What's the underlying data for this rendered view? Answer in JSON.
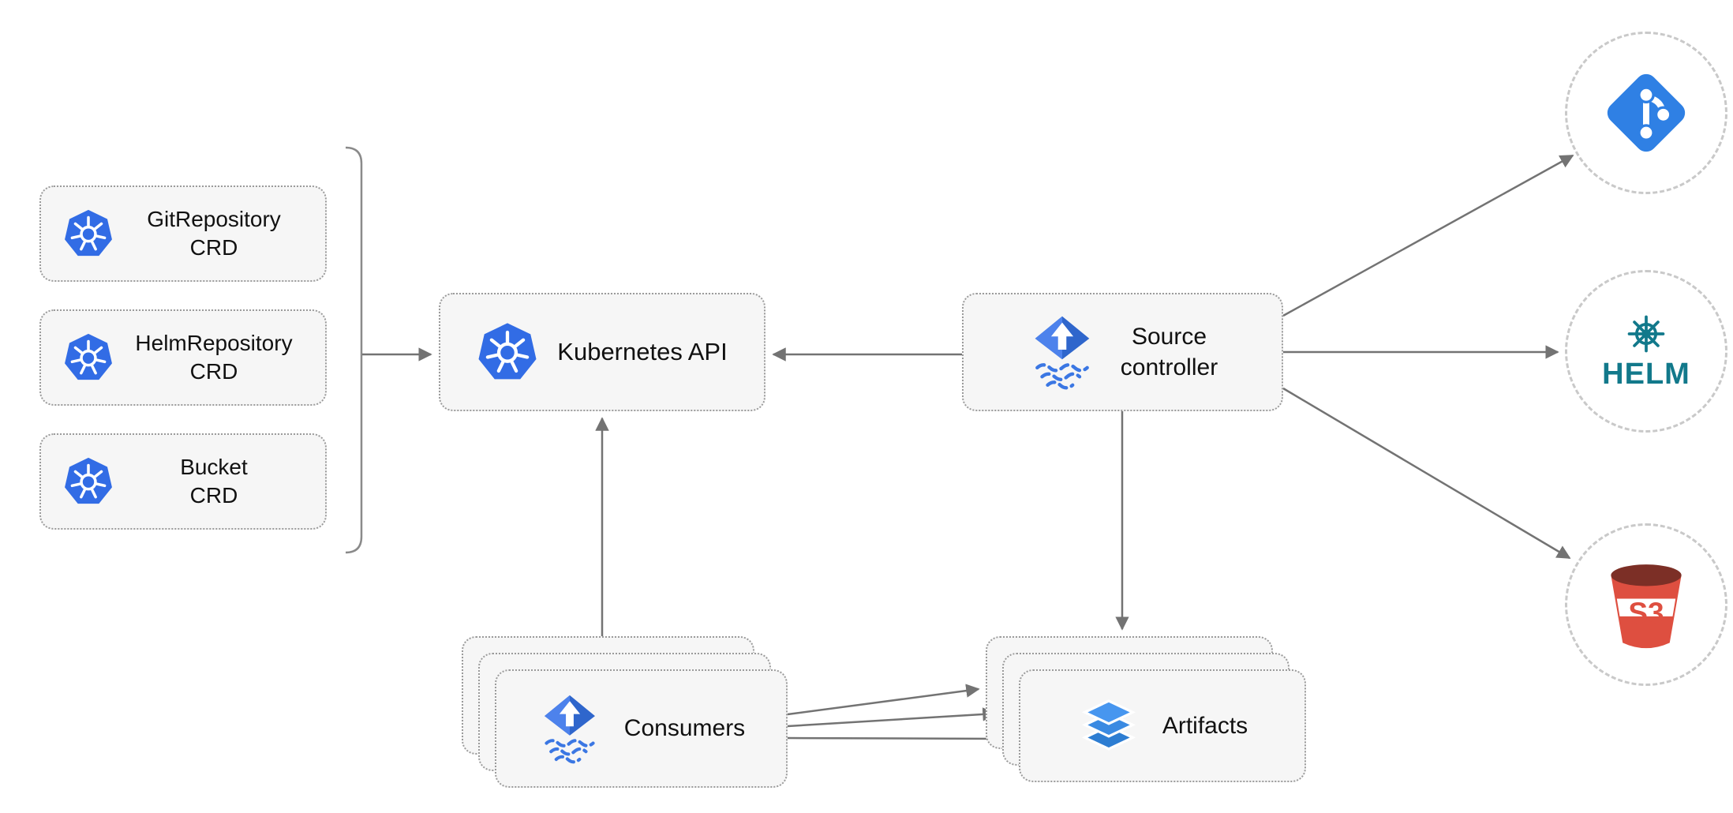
{
  "diagram": {
    "crds": [
      {
        "line1": "GitRepository",
        "line2": "CRD"
      },
      {
        "line1": "HelmRepository",
        "line2": "CRD"
      },
      {
        "line1": "Bucket",
        "line2": "CRD"
      }
    ],
    "kubernetes_api": {
      "label": "Kubernetes API"
    },
    "source_controller": {
      "line1": "Source",
      "line2": "controller"
    },
    "consumers": {
      "label": "Consumers"
    },
    "artifacts": {
      "label": "Artifacts"
    },
    "externals": {
      "git": {
        "icon": "git-icon"
      },
      "helm": {
        "label": "HELM",
        "icon": "helm-wheel-icon"
      },
      "s3": {
        "label": "S3",
        "icon": "s3-bucket-icon"
      }
    },
    "icons": {
      "kubernetes": "kubernetes-wheel-icon",
      "flux": "flux-diamond-icon",
      "artifacts": "layers-icon"
    },
    "colors": {
      "kubernetes_blue": "#326ce5",
      "flux_blue": "#3b6fe0",
      "git_blue": "#2f80e4",
      "helm_teal": "#12798b",
      "s3_red": "#de4f40",
      "node_background": "#f6f6f6",
      "node_border": "#9b9b9b",
      "arrow": "#737373"
    }
  }
}
